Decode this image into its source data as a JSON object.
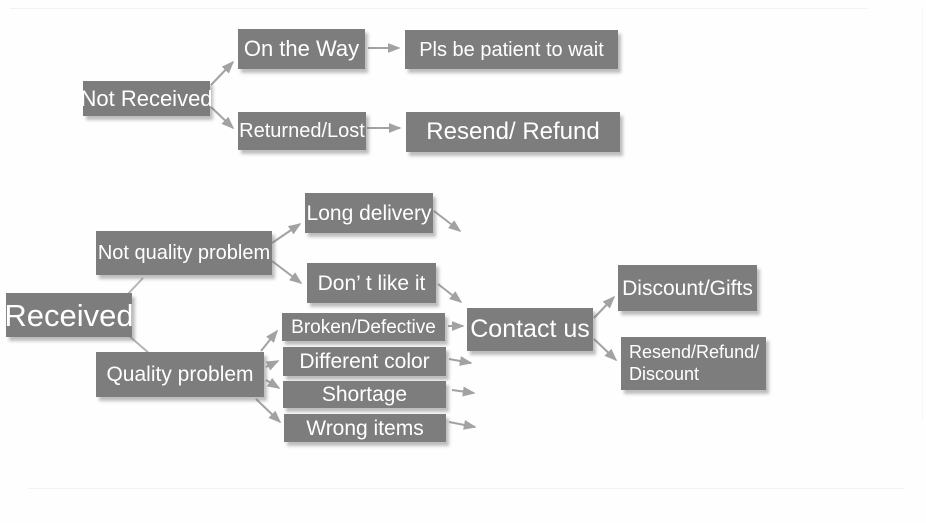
{
  "diagram": {
    "colors": {
      "box": "#7d7d7d",
      "text": "#ffffff",
      "arrow": "#a2a2a2",
      "background": "#fefefe"
    },
    "not_received_flow": {
      "root": "Not Received",
      "on_the_way": "On the Way",
      "pls_be_patient": "Pls be patient to wait",
      "returned_lost": "Returned/Lost",
      "resend_refund": "Resend/ Refund"
    },
    "received_flow": {
      "root": "Received",
      "not_quality_problem": "Not quality problem",
      "long_delivery": "Long delivery",
      "dont_like_it": "Don’ t like it",
      "quality_problem": "Quality problem",
      "broken_defective": "Broken/Defective",
      "different_color": "Different color",
      "shortage": "Shortage",
      "wrong_items": "Wrong items",
      "contact_us": "Contact us",
      "discount_gifts": "Discount/Gifts",
      "resend_refund_discount": [
        "Resend/Refund/",
        "Discount"
      ]
    }
  }
}
